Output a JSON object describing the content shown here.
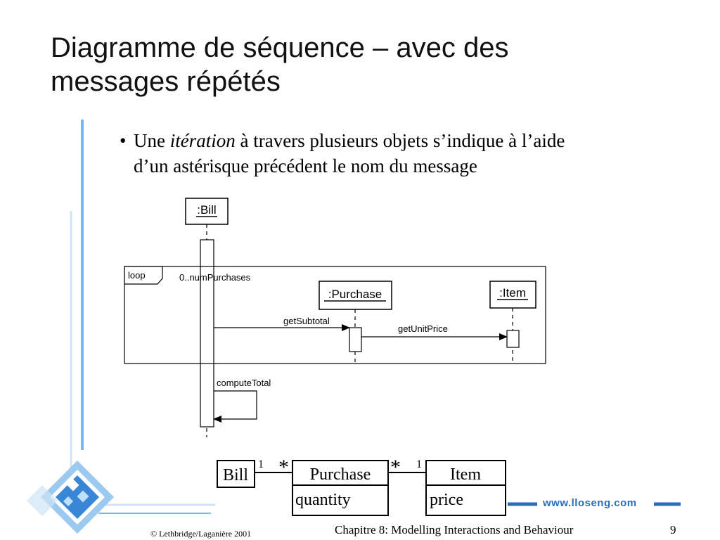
{
  "slide": {
    "title_line1": "Diagramme de séquence – avec des",
    "title_line2": "messages répétés",
    "bullet_marker": "•",
    "bullet_part1": "Une ",
    "bullet_italic": "itération",
    "bullet_part2": " à travers plusieurs objets s’indique à l’aide",
    "bullet_line2": "d’un astérisque précédent le nom du message"
  },
  "sequence_diagram": {
    "lifeline_bill": ":Bill",
    "lifeline_purchase": ":Purchase",
    "lifeline_item": ":Item",
    "loop_label": "loop",
    "loop_guard": "0..numPurchases",
    "msg_get_subtotal": "getSubtotal",
    "msg_get_unit_price": "getUnitPrice",
    "msg_compute_total": "computeTotal"
  },
  "class_diagram": {
    "class_bill": "Bill",
    "class_purchase": "Purchase",
    "purchase_attr": "quantity",
    "class_item": "Item",
    "item_attr": "price",
    "mult_bill": "1",
    "mult_purchase_left": "*",
    "mult_purchase_right": "*",
    "mult_item": "1"
  },
  "footer": {
    "website": "www.lloseng.com",
    "copyright": "© Lethbridge/Laganière 2001",
    "chapter": "Chapitre 8: Modelling Interactions and Behaviour",
    "page": "9"
  },
  "colors": {
    "accent_blue": "#2a6fb8",
    "light_blue": "#9cc9ef"
  }
}
